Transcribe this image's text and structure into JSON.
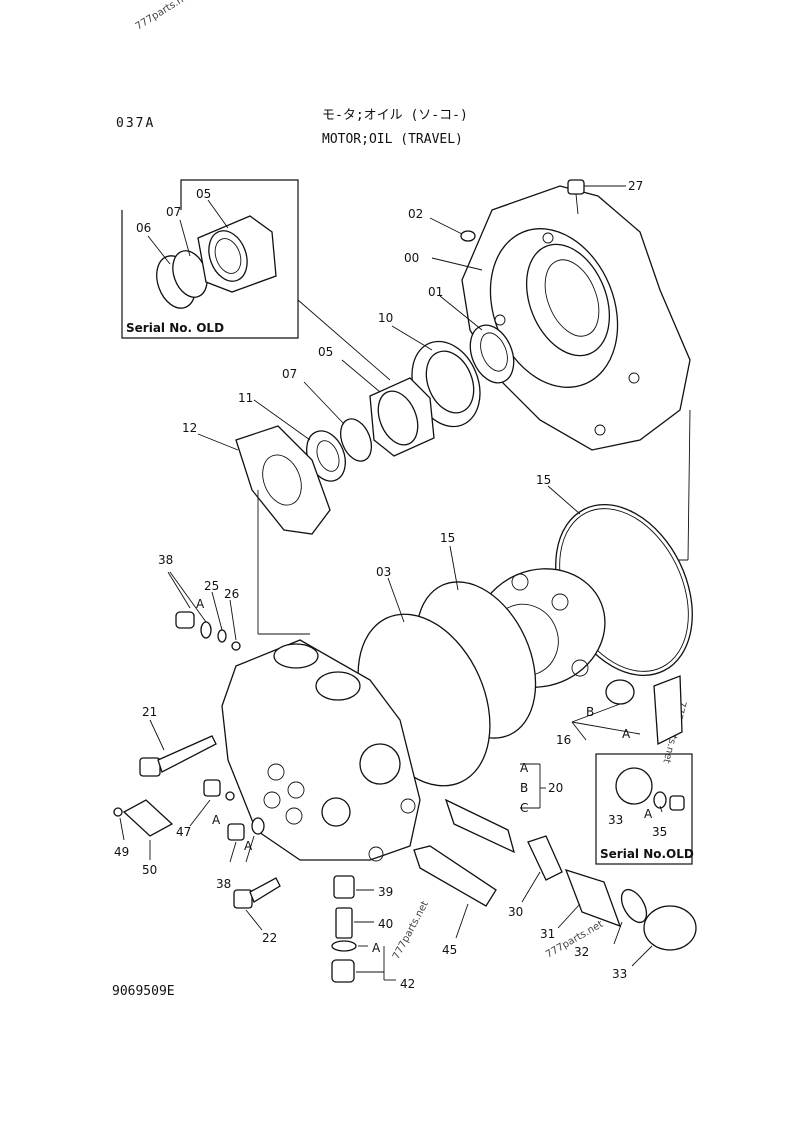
{
  "header": {
    "page_code": "037A",
    "title_jp": "モ-タ;オイル (ソ-コ-)",
    "title_en": "MOTOR;OIL (TRAVEL)"
  },
  "drawing_number": "9069509E",
  "watermarks": [
    "777parts.net",
    "777parts.net",
    "777parts.net",
    "777parts.net"
  ],
  "inset_top": {
    "caption": "Serial No. OLD"
  },
  "inset_right": {
    "caption": "Serial No.OLD"
  },
  "callouts": {
    "p00": "00",
    "p01": "01",
    "p02": "02",
    "p03": "03",
    "p05_inset": "05",
    "p06": "06",
    "p07_inset": "07",
    "p05": "05",
    "p07": "07",
    "p10": "10",
    "p11": "11",
    "p12": "12",
    "p15a": "15",
    "p15b": "15",
    "p16": "16",
    "p16_A": "A",
    "p16_B": "B",
    "p20": "20",
    "p20_A": "A",
    "p20_B": "B",
    "p20_C": "C",
    "p21": "21",
    "p22": "22",
    "p25": "25",
    "p26": "26",
    "p27": "27",
    "p30": "30",
    "p31": "31",
    "p32": "32",
    "p33a": "33",
    "p33b": "33",
    "p35": "35",
    "p35_A": "A",
    "p38a": "38",
    "p38a_A": "A",
    "p38b": "38",
    "p38b_A": "A",
    "p39": "39",
    "p40": "40",
    "p42": "42",
    "p42_A": "A",
    "p45": "45",
    "p47": "47",
    "p47_A": "A",
    "p49": "49",
    "p50": "50"
  },
  "colors": {
    "line": "#111111",
    "background": "#ffffff"
  }
}
